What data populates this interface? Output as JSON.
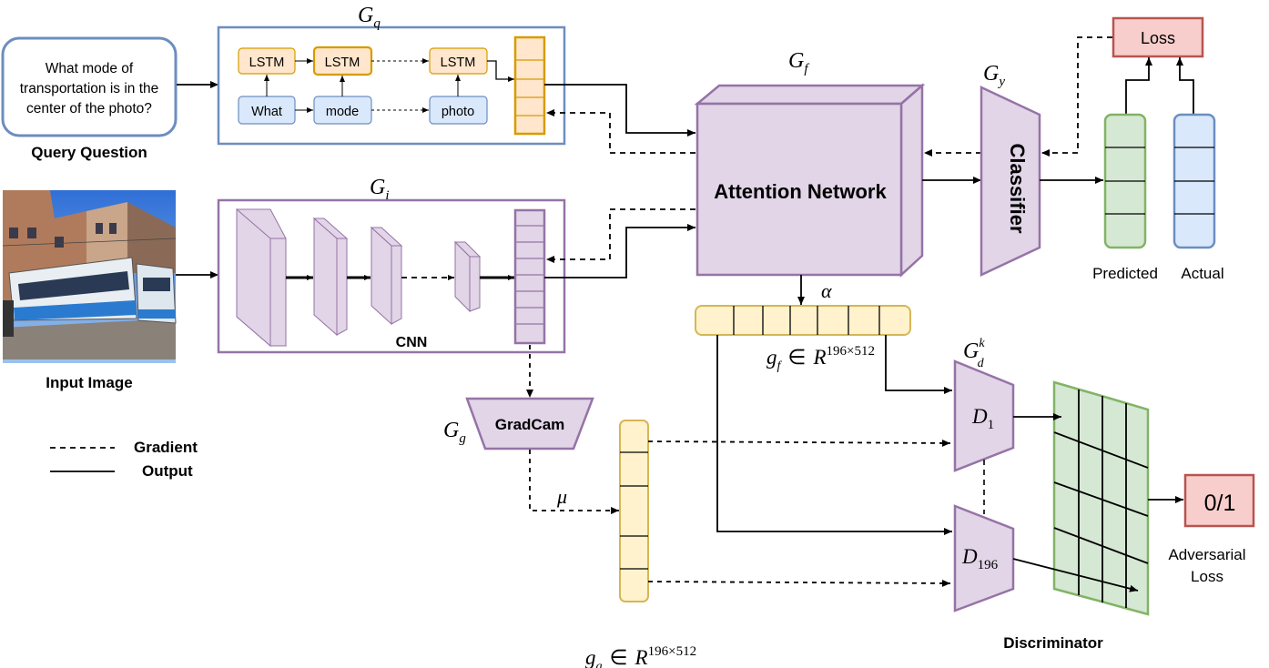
{
  "labels": {
    "question_text": [
      "What mode of",
      "transportation is in the",
      "center of the photo?"
    ],
    "query_question": "Query Question",
    "input_image": "Input Image",
    "legend_gradient": "Gradient",
    "legend_output": "Output",
    "cnn": "CNN",
    "gradcam": "GradCam",
    "attention_network": "Attention Network",
    "classifier": "Classifier",
    "loss": "Loss",
    "predicted": "Predicted",
    "actual": "Actual",
    "zero_one": "0/1",
    "adversarial_loss": [
      "Adversarial",
      "Loss"
    ],
    "discriminator": "Discriminator",
    "alpha": "α",
    "mu": "μ"
  },
  "lstm": {
    "cells": [
      "LSTM",
      "LSTM",
      "LSTM"
    ],
    "words": [
      "What",
      "mode",
      "photo"
    ]
  },
  "math": {
    "gq_base": "G",
    "gq_sub": "q",
    "gi_base": "G",
    "gi_sub": "i",
    "gf_base": "G",
    "gf_sub": "f",
    "gy_base": "G",
    "gy_sub": "y",
    "gg_base": "G",
    "gg_sub": "g",
    "gd_base": "G",
    "gd_sub": "d",
    "gd_sup": "k",
    "d1_base": "D",
    "d1_sub": "1",
    "d196_base": "D",
    "d196_sub": "196",
    "gf_eq": "g",
    "gf_eq_sub": "f",
    "gf_eq_in": "∈",
    "gf_eq_R": "R",
    "gf_eq_sup": "196×512",
    "gg_eq": "g",
    "gg_eq_sub": "g",
    "gg_eq_in": "∈",
    "gg_eq_R": "R",
    "gg_eq_sup": "196×512"
  },
  "colors": {
    "blue_border": "#6c8ebf",
    "blue_fill": "#dae8fc",
    "orange_border": "#d6b656",
    "orange_fill": "#fff2cc",
    "lstm_border": "#d79b00",
    "lstm_fill": "#ffe6cc",
    "purple_border": "#9673a6",
    "purple_fill": "#e1d5e7",
    "green_border": "#82b366",
    "green_fill": "#d5e8d4",
    "red_border": "#b85450",
    "red_fill": "#f8cecc"
  }
}
